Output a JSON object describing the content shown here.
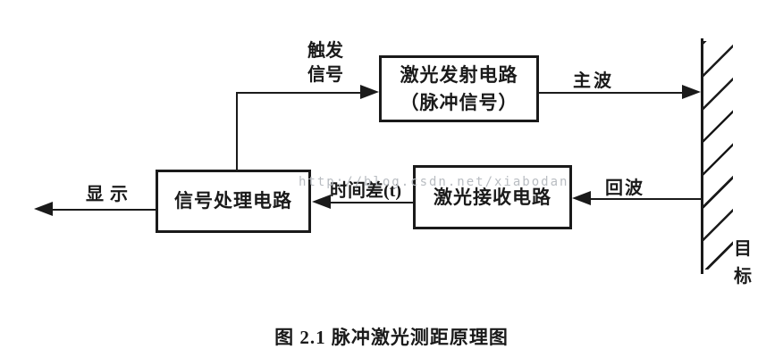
{
  "diagram": {
    "title_caption": "图 2.1 脉冲激光测距原理图",
    "watermark": "http://blog.csdn.net/xiabodan",
    "boxes": {
      "laser_transmit": {
        "line1": "激光发射电路",
        "line2": "（脉冲信号）"
      },
      "signal_processing": {
        "label": "信号处理电路"
      },
      "laser_receive": {
        "label": "激光接收电路"
      }
    },
    "labels": {
      "trigger": {
        "line1": "触发",
        "line2": "信号"
      },
      "main_wave": "主波",
      "echo": "回波",
      "time_difference": "时间差(t)",
      "display": "显示",
      "target": "目标"
    },
    "colors": {
      "ink": "#1a1a1a",
      "watermark": "#b9bdc2",
      "background": "#ffffff"
    }
  }
}
